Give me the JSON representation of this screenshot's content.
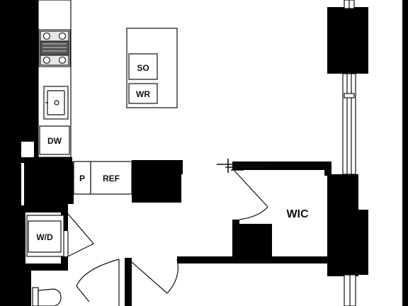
{
  "colors": {
    "wall": "#000000",
    "floor": "#ffffff",
    "line": "#111111"
  },
  "labels": {
    "island_top": "SO",
    "island_bottom": "WR",
    "dishwasher": "DW",
    "pantry": "P",
    "refrigerator": "REF",
    "walk_in_closet": "WIC",
    "washer_dryer": "W/D"
  },
  "icons": {
    "range": "cooktop-icon",
    "sink": "kitchen-sink-icon",
    "toilet": "toilet-icon"
  }
}
